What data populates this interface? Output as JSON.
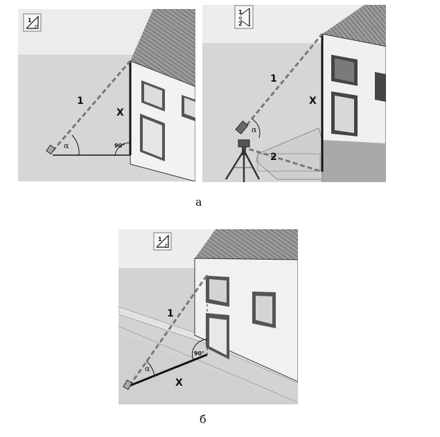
{
  "panel_a1": {
    "label_1": "1",
    "label_x": "X",
    "label_alpha": "α",
    "label_angle": "90°",
    "icon_digit": "1"
  },
  "panel_a2": {
    "label_1": "1",
    "label_2": "2",
    "label_x": "X",
    "label_alpha": "α",
    "icon_digit_1": "1",
    "icon_digit_2": "2"
  },
  "panel_b": {
    "label_1": "1",
    "label_x": "X",
    "label_alpha": "α",
    "label_angle": "90°",
    "icon_digit": "1"
  },
  "captions": {
    "a": "а",
    "b": "б"
  }
}
